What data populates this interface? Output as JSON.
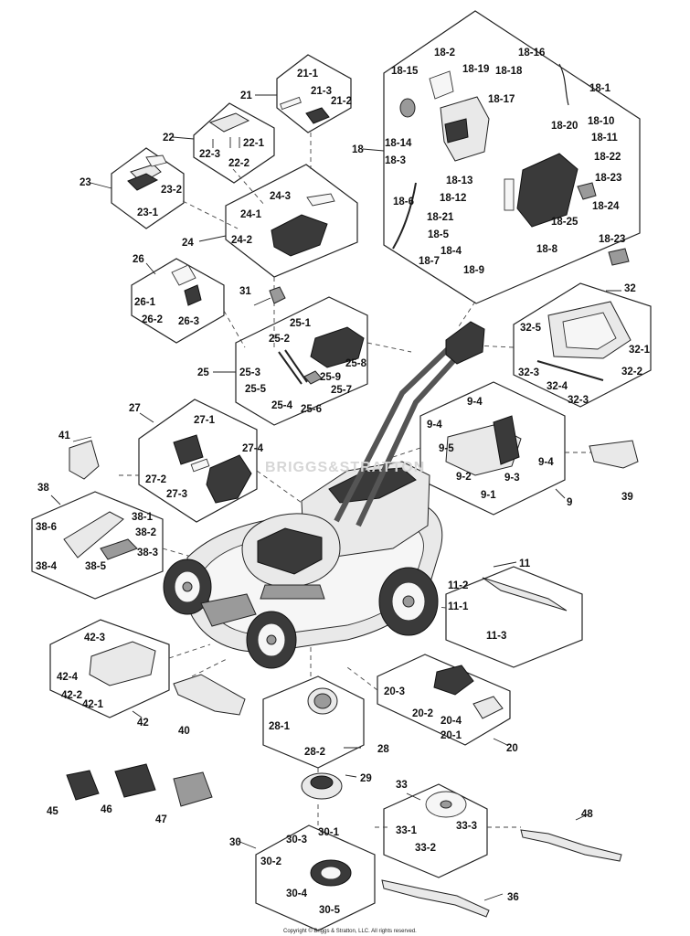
{
  "labels": {
    "l21": "21",
    "l21_1": "21-1",
    "l21_2": "21-2",
    "l21_3": "21-3",
    "l22": "22",
    "l22_1": "22-1",
    "l22_2": "22-2",
    "l22_3": "22-3",
    "l23": "23",
    "l23_1": "23-1",
    "l23_2": "23-2",
    "l24": "24",
    "l24_1": "24-1",
    "l24_2": "24-2",
    "l24_3": "24-3",
    "l26": "26",
    "l26_1": "26-1",
    "l26_2": "26-2",
    "l26_3": "26-3",
    "l31": "31",
    "l25": "25",
    "l25_1": "25-1",
    "l25_2": "25-2",
    "l25_3": "25-3",
    "l25_4": "25-4",
    "l25_5": "25-5",
    "l25_6": "25-6",
    "l25_7": "25-7",
    "l25_8": "25-8",
    "l25_9": "25-9",
    "l18": "18",
    "l18_1": "18-1",
    "l18_2": "18-2",
    "l18_3": "18-3",
    "l18_4": "18-4",
    "l18_5": "18-5",
    "l18_6": "18-6",
    "l18_7": "18-7",
    "l18_8": "18-8",
    "l18_9": "18-9",
    "l18_10": "18-10",
    "l18_11": "18-11",
    "l18_12": "18-12",
    "l18_13": "18-13",
    "l18_14": "18-14",
    "l18_15": "18-15",
    "l18_16": "18-16",
    "l18_17": "18-17",
    "l18_18": "18-18",
    "l18_19": "18-19",
    "l18_20": "18-20",
    "l18_21": "18-21",
    "l18_22": "18-22",
    "l18_23a": "18-23",
    "l18_23b": "18-23",
    "l18_24": "18-24",
    "l18_25": "18-25",
    "l32": "32",
    "l32_1": "32-1",
    "l32_2": "32-2",
    "l32_3a": "32-3",
    "l32_3b": "32-3",
    "l32_4": "32-4",
    "l32_5": "32-5",
    "l27": "27",
    "l27_1": "27-1",
    "l27_2": "27-2",
    "l27_3": "27-3",
    "l27_4": "27-4",
    "l9": "9",
    "l9_1": "9-1",
    "l9_2": "9-2",
    "l9_3": "9-3",
    "l9_4a": "9-4",
    "l9_4b": "9-4",
    "l9_4c": "9-4",
    "l9_5": "9-5",
    "l39": "39",
    "l41": "41",
    "l38": "38",
    "l38_1": "38-1",
    "l38_2": "38-2",
    "l38_3": "38-3",
    "l38_4": "38-4",
    "l38_5": "38-5",
    "l38_6": "38-6",
    "l11": "11",
    "l11_1": "11-1",
    "l11_2": "11-2",
    "l11_3": "11-3",
    "l42": "42",
    "l42_1": "42-1",
    "l42_2": "42-2",
    "l42_3": "42-3",
    "l42_4": "42-4",
    "l40": "40",
    "l20": "20",
    "l20_1": "20-1",
    "l20_2": "20-2",
    "l20_3": "20-3",
    "l20_4": "20-4",
    "l28": "28",
    "l28_1": "28-1",
    "l28_2": "28-2",
    "l29": "29",
    "l45": "45",
    "l46": "46",
    "l47": "47",
    "l33": "33",
    "l33_1": "33-1",
    "l33_2": "33-2",
    "l33_3": "33-3",
    "l48": "48",
    "l30": "30",
    "l30_1": "30-1",
    "l30_2": "30-2",
    "l30_3": "30-3",
    "l30_4": "30-4",
    "l30_5": "30-5",
    "l36": "36"
  },
  "watermark": "BRIGGS&STRATTON",
  "copyright": "Copyright © Briggs & Stratton, LLC. All rights reserved."
}
